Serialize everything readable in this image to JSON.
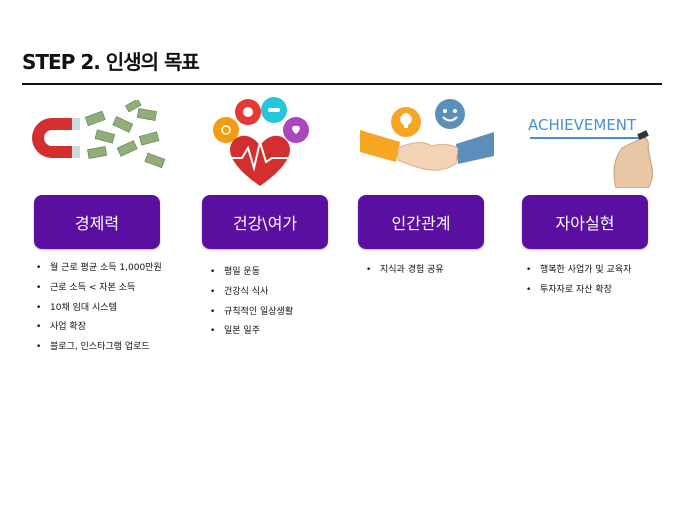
{
  "title": "STEP 2. 인생의 목표",
  "illustrations": {
    "magnet": "magnet-money-icon",
    "health": "health-heart-icon",
    "handshake": "handshake-icon",
    "achievement": "achievement-icon",
    "achievement_text": "ACHIEVEMENT"
  },
  "colors": {
    "pill": "#5b0fa0"
  },
  "columns": [
    {
      "label": "경제력",
      "items": [
        "월 근로 평균 소득 1,000만원",
        "근로 소득 < 자본 소득",
        "10채 임대 시스템",
        "사업  확장",
        "블로그, 인스타그램 업로드"
      ]
    },
    {
      "label": "건강\\여가",
      "items": [
        "평일 운동",
        "건강식 식사",
        "규칙적인 일상생활",
        "일본 일주"
      ]
    },
    {
      "label": "인간관계",
      "items": [
        "지식과 경험 공유"
      ]
    },
    {
      "label": "자아실현",
      "items": [
        "행복한 사업가 및 교육자",
        "투자자로 자산 확장"
      ]
    }
  ]
}
